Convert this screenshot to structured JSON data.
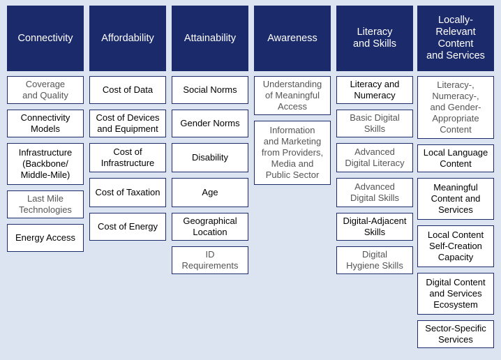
{
  "columns": [
    {
      "title": "Connectivity",
      "items": [
        {
          "label": "Coverage\nand Quality",
          "style": "light"
        },
        {
          "label": "Connectivity\nModels",
          "style": "strong"
        },
        {
          "label": "Infrastructure\n(Backbone/\nMiddle-Mile)",
          "style": "strong"
        },
        {
          "label": "Last Mile\nTechnologies",
          "style": "light"
        },
        {
          "label": "Energy Access",
          "style": "strong"
        }
      ]
    },
    {
      "title": "Affordability",
      "items": [
        {
          "label": "Cost of Data",
          "style": "strong"
        },
        {
          "label": "Cost of Devices\nand Equipment",
          "style": "strong"
        },
        {
          "label": "Cost of\nInfrastructure",
          "style": "strong"
        },
        {
          "label": "Cost of Taxation",
          "style": "strong"
        },
        {
          "label": "Cost of Energy",
          "style": "strong"
        }
      ]
    },
    {
      "title": "Attainability",
      "items": [
        {
          "label": "Social Norms",
          "style": "strong"
        },
        {
          "label": "Gender Norms",
          "style": "strong"
        },
        {
          "label": "Disability",
          "style": "strong"
        },
        {
          "label": "Age",
          "style": "strong"
        },
        {
          "label": "Geographical\nLocation",
          "style": "strong"
        },
        {
          "label": "ID\nRequirements",
          "style": "light"
        }
      ]
    },
    {
      "title": "Awareness",
      "items": [
        {
          "label": "Understanding\nof Meaningful\nAccess",
          "style": "light"
        },
        {
          "label": "Information\nand Marketing\nfrom Providers,\nMedia and\nPublic Sector",
          "style": "light"
        }
      ]
    },
    {
      "title": "Literacy\nand Skills",
      "items": [
        {
          "label": "Literacy and\nNumeracy",
          "style": "strong"
        },
        {
          "label": "Basic Digital\nSkills",
          "style": "light"
        },
        {
          "label": "Advanced\nDigital Literacy",
          "style": "light"
        },
        {
          "label": "Advanced\nDigital Skills",
          "style": "light"
        },
        {
          "label": "Digital-Adjacent\nSkills",
          "style": "strong"
        },
        {
          "label": "Digital\nHygiene Skills",
          "style": "light"
        }
      ]
    },
    {
      "title": "Locally-\nRelevant\nContent\nand Services",
      "items": [
        {
          "label": "Literacy-,\nNumeracy-,\nand Gender-\nAppropriate\nContent",
          "style": "light"
        },
        {
          "label": "Local Language\nContent",
          "style": "strong"
        },
        {
          "label": "Meaningful\nContent and\nServices",
          "style": "strong"
        },
        {
          "label": "Local Content\nSelf-Creation\nCapacity",
          "style": "strong"
        },
        {
          "label": "Digital Content\nand Services\nEcosystem",
          "style": "strong"
        },
        {
          "label": "Sector-Specific\nServices",
          "style": "strong"
        }
      ]
    }
  ]
}
